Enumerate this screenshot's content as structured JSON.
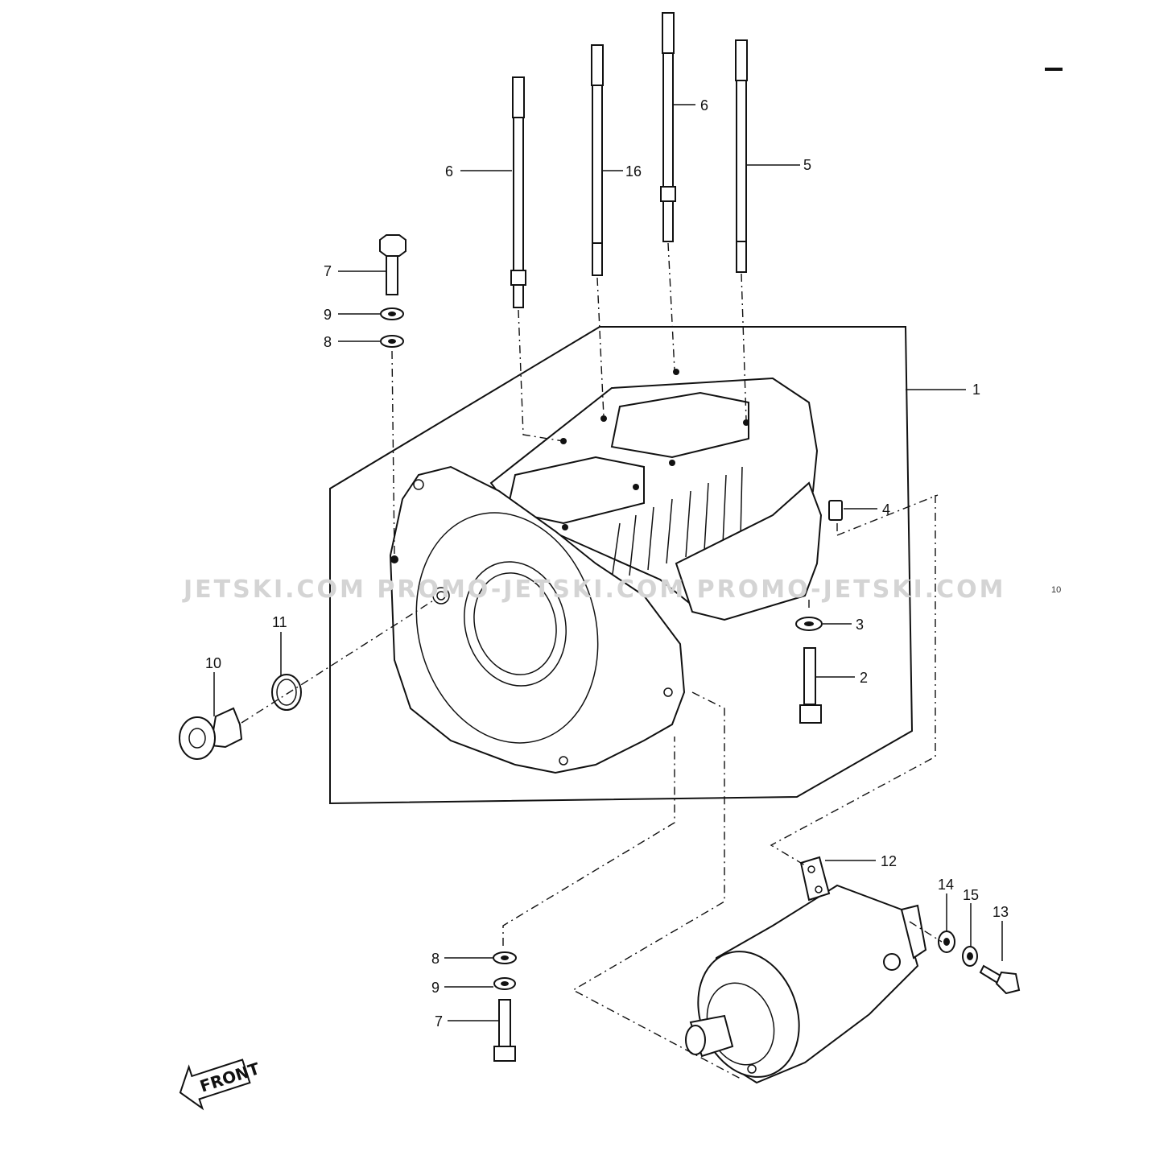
{
  "diagram": {
    "callouts": {
      "c1": "1",
      "c2": "2",
      "c3": "3",
      "c4": "4",
      "c5": "5",
      "c6a": "6",
      "c6b": "6",
      "c16": "16",
      "c7a": "7",
      "c9a": "9",
      "c8a": "8",
      "c10": "10",
      "c11": "11",
      "c12": "12",
      "c13": "13",
      "c14": "14",
      "c15": "15",
      "c8b": "8",
      "c9b": "9",
      "c7b": "7"
    },
    "watermark": "JETSKI.COM  PROMO-JETSKI.COM  PROMO-JETSKI.COM",
    "front_label": "FRONT",
    "page_ref": "10",
    "icons": [
      "crankcase",
      "stud-bolt",
      "bolt",
      "washer",
      "drain-plug",
      "o-ring",
      "starter-motor",
      "front-arrow-icon"
    ]
  }
}
